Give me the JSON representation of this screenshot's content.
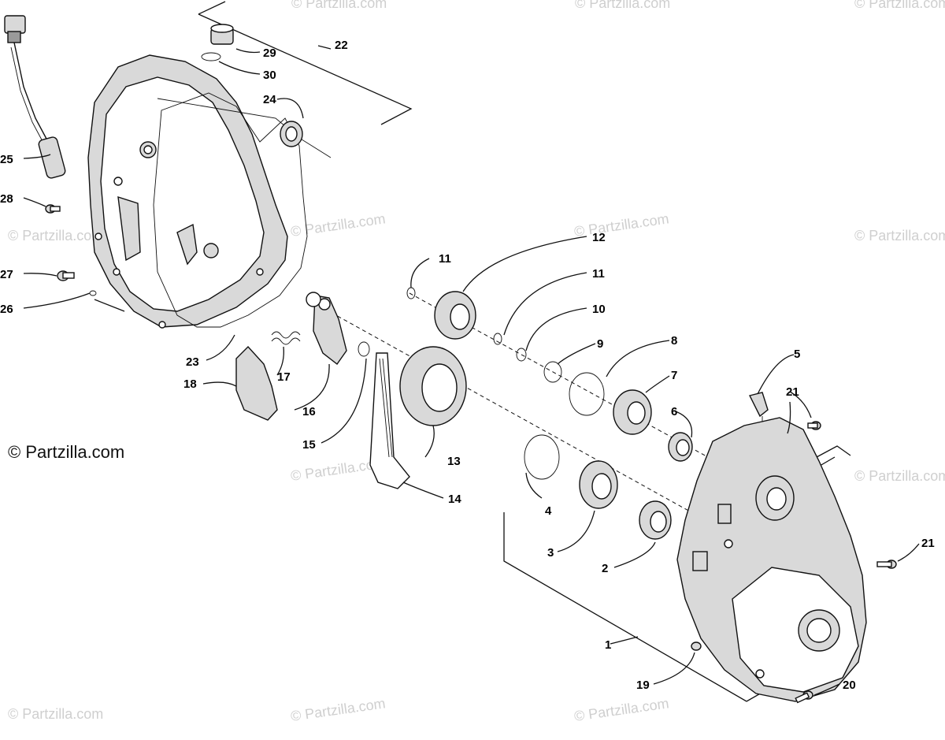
{
  "credit": "© Partzilla.com",
  "watermarks": [
    "© Partzilla.com",
    "© Partzilla.com",
    "© Partzilla.com",
    "© Partzilla.com",
    "© Partzilla.com",
    "© Partzilla.com",
    "© Partzilla.com",
    "© Partzilla.com",
    "© Partzilla.com",
    "© Partzilla.com",
    "© Partzilla.com",
    "© Partzilla.com"
  ],
  "callouts": {
    "c1": "1",
    "c2": "2",
    "c3": "3",
    "c4": "4",
    "c5": "5",
    "c6": "6",
    "c7": "7",
    "c8": "8",
    "c9": "9",
    "c10": "10",
    "c11a": "11",
    "c11b": "11",
    "c12": "12",
    "c13": "13",
    "c14": "14",
    "c15": "15",
    "c16": "16",
    "c17": "17",
    "c18": "18",
    "c19": "19",
    "c20": "20",
    "c21a": "21",
    "c21b": "21",
    "c22": "22",
    "c23": "23",
    "c24": "24",
    "c25": "25",
    "c26": "26",
    "c27": "27",
    "c28": "28",
    "c29": "29",
    "c30": "30"
  }
}
